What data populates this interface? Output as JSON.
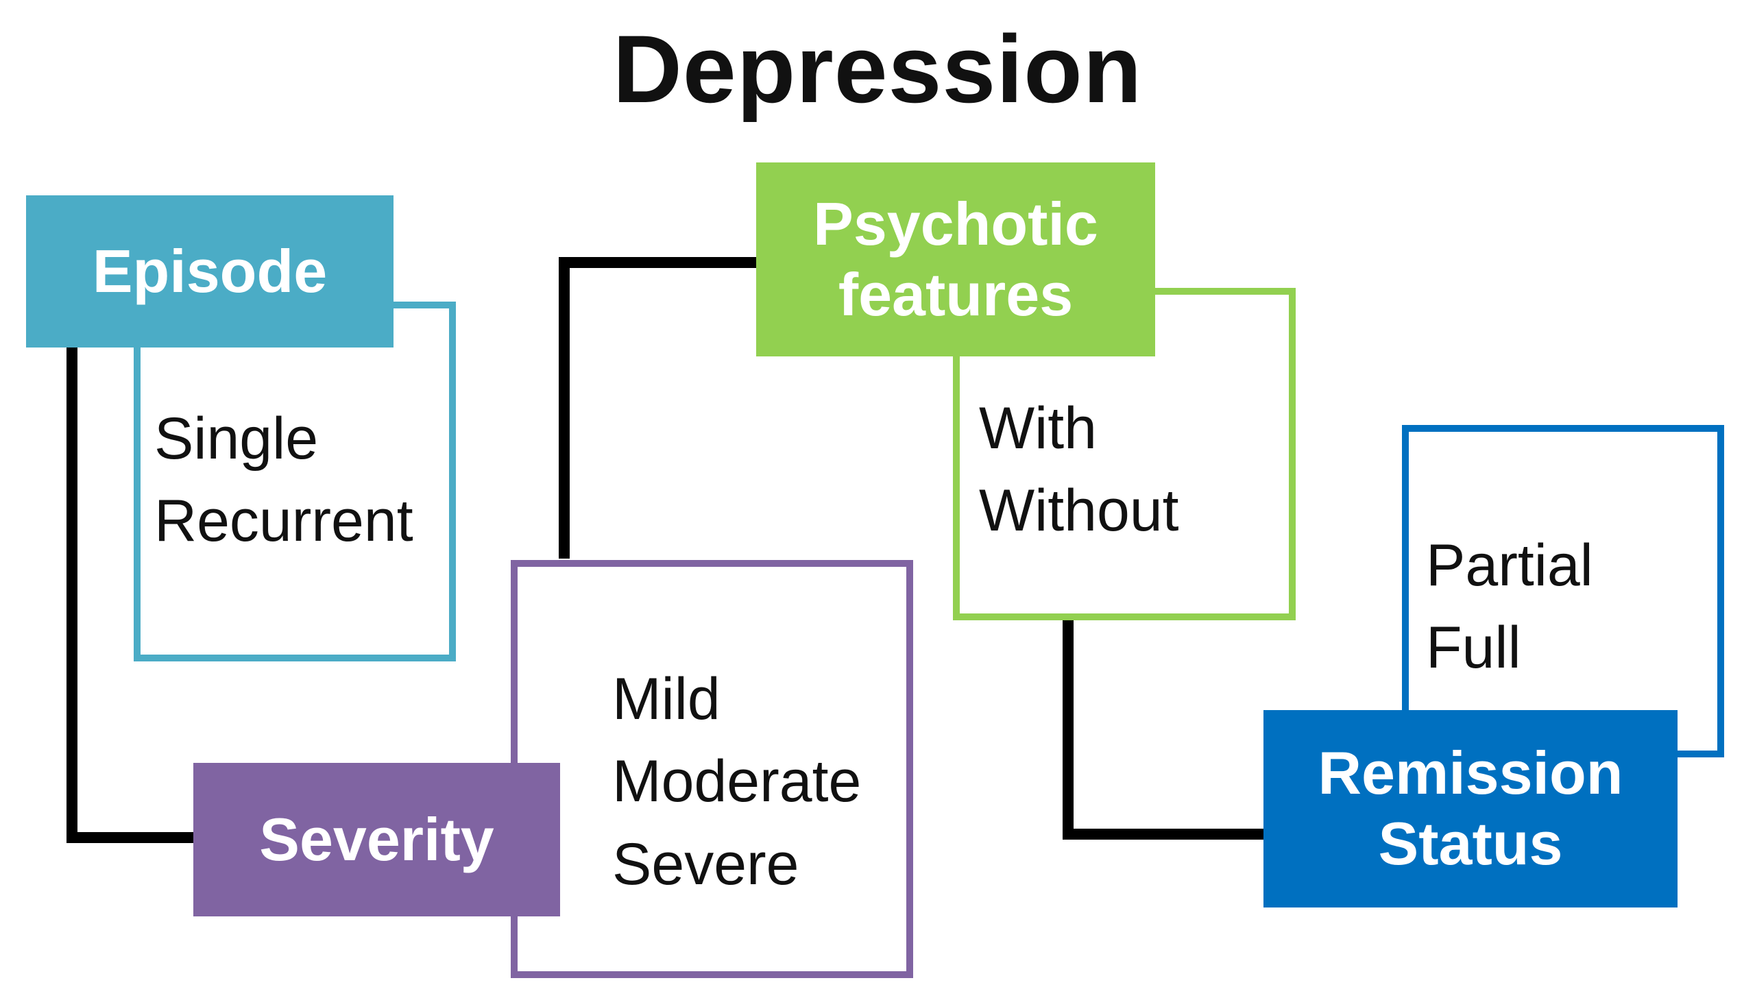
{
  "title": "Depression",
  "colors": {
    "episode": "#4BACC6",
    "psychotic": "#92D050",
    "severity": "#8064A2",
    "remission": "#0070C0",
    "connector": "#000000"
  },
  "nodes": {
    "episode": {
      "label": "Episode",
      "options": [
        "Single",
        "Recurrent"
      ]
    },
    "psychotic": {
      "label_lines": [
        "Psychotic",
        "features"
      ],
      "options": [
        "With",
        "Without"
      ]
    },
    "severity": {
      "label": "Severity",
      "options": [
        "Mild",
        "Moderate",
        "Severe"
      ]
    },
    "remission": {
      "label_lines": [
        "Remission",
        "Status"
      ],
      "options": [
        "Partial",
        "Full"
      ]
    }
  }
}
